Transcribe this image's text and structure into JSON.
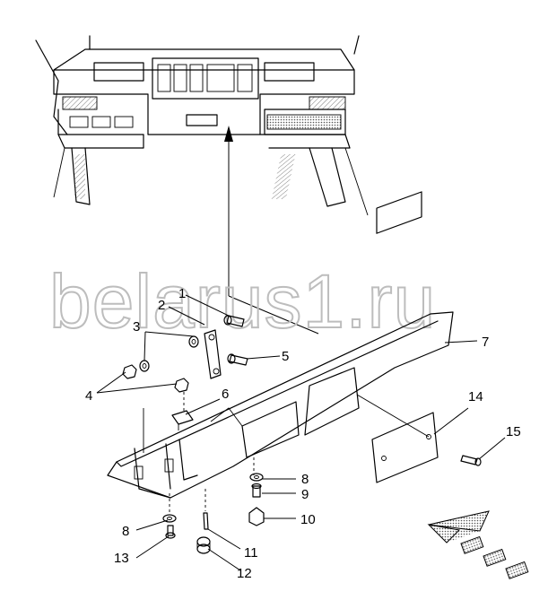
{
  "watermark": "belarus1.ru",
  "callouts": {
    "c1": "1",
    "c2": "2",
    "c3": "3",
    "c4": "4",
    "c5": "5",
    "c6": "6",
    "c7": "7",
    "c8a": "8",
    "c8b": "8",
    "c9": "9",
    "c10": "10",
    "c11": "11",
    "c12": "12",
    "c13": "13",
    "c14": "14",
    "c15": "15"
  },
  "icons": {
    "direction": "front-direction-arrow-icon"
  }
}
